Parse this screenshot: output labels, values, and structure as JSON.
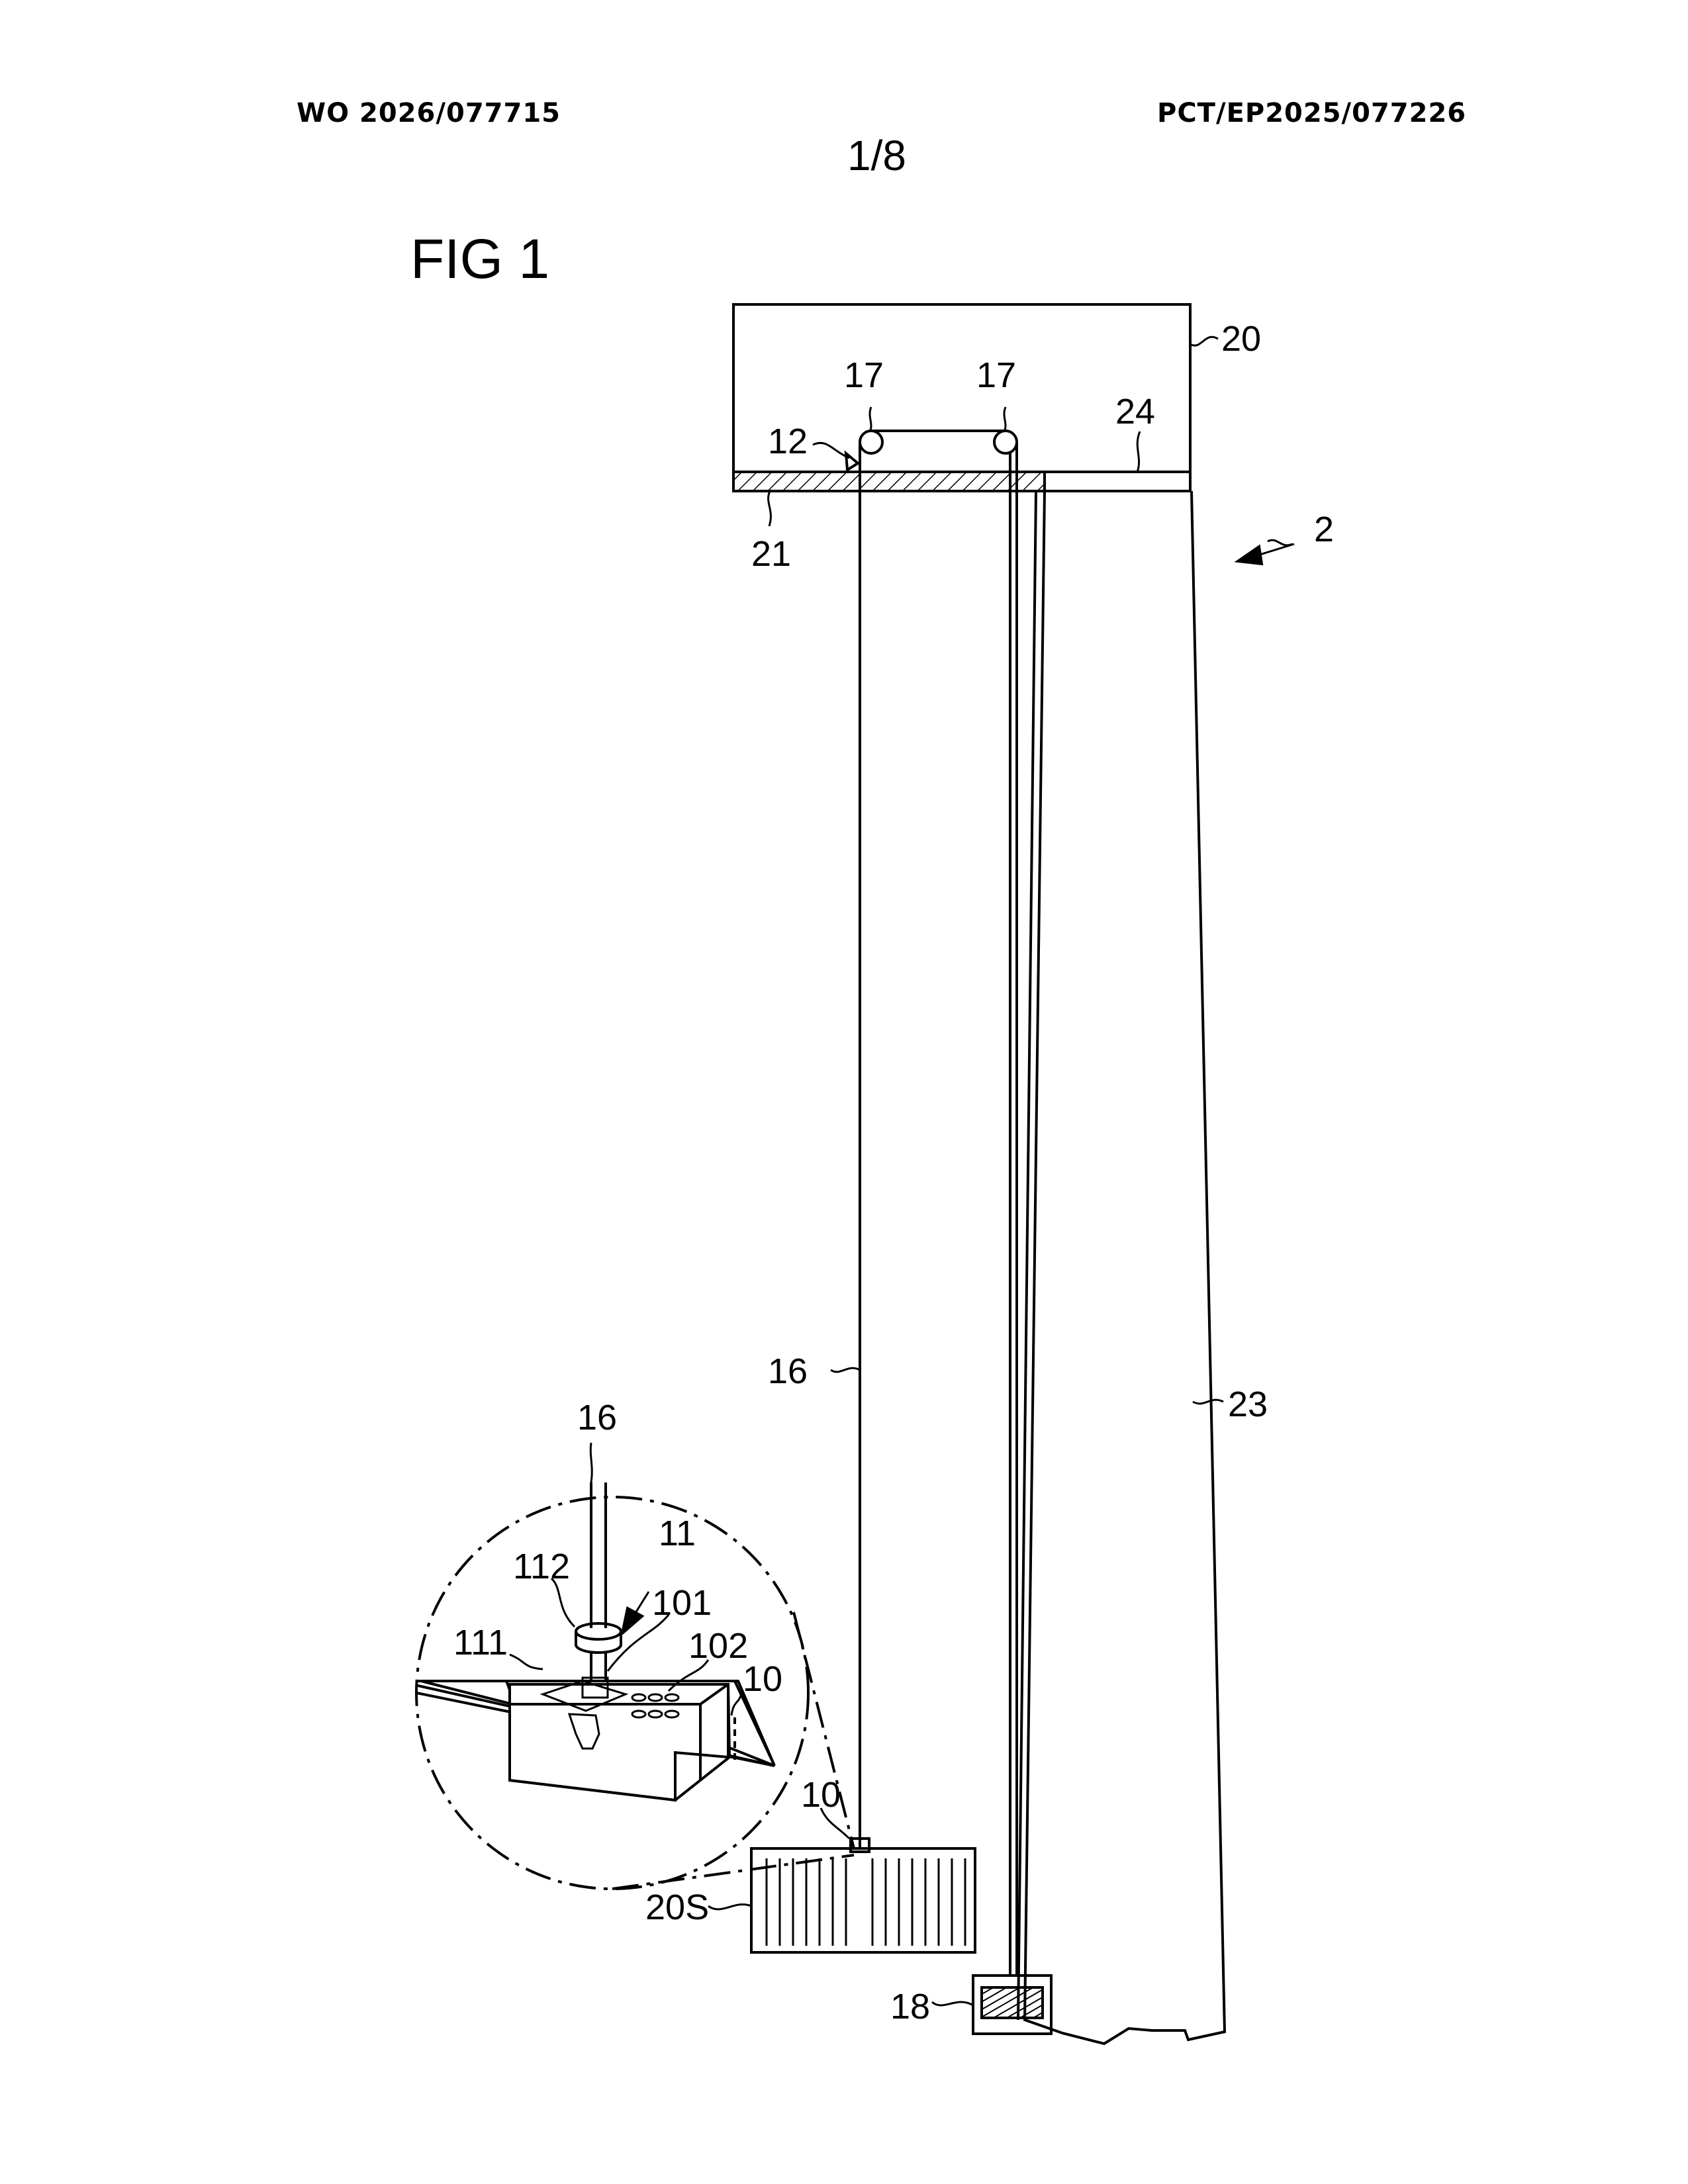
{
  "header": {
    "publication_number": "WO 2026/077715",
    "application_number": "PCT/EP2025/077226",
    "sheet": "1/8"
  },
  "figure": {
    "title": "FIG 1",
    "labels": {
      "machine_room": "20",
      "pulley_left": "17",
      "pulley_right": "17",
      "anchor": "12",
      "ceiling_layer": "24",
      "floor_slab": "21",
      "system": "2",
      "rope": "16",
      "shaft_wall": "23",
      "detail_rope": "16",
      "detail_assembly": "11",
      "detail_ring": "112",
      "detail_sensor": "101",
      "detail_holder": "111",
      "detail_module": "102",
      "detail_housing": "10",
      "attachment": "10",
      "cabin": "20S",
      "counterweight": "18"
    }
  }
}
